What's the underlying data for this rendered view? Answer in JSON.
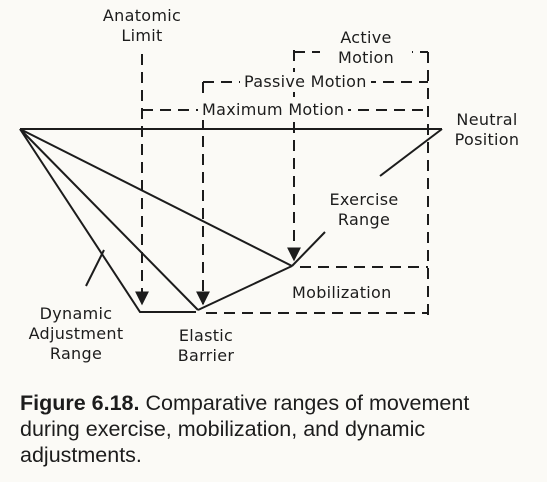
{
  "labels": {
    "anatomic_limit": [
      "Anatomic",
      "Limit"
    ],
    "active_motion": [
      "Active",
      "Motion"
    ],
    "passive_motion": "Passive Motion",
    "maximum_motion": "Maximum Motion",
    "neutral_position": [
      "Neutral",
      "Position"
    ],
    "exercise_range": [
      "Exercise",
      "Range"
    ],
    "mobilization": "Mobilization",
    "dynamic_adjustment_range": [
      "Dynamic",
      "Adjustment",
      "Range"
    ],
    "elastic_barrier": [
      "Elastic",
      "Barrier"
    ]
  },
  "caption": {
    "figure_number": "Figure 6.18.",
    "text": " Comparative ranges of movement during exercise, mobilization, and dynamic adjustments."
  },
  "colors": {
    "ink": "#1c1c1c",
    "paper": "#fbfaf6"
  }
}
